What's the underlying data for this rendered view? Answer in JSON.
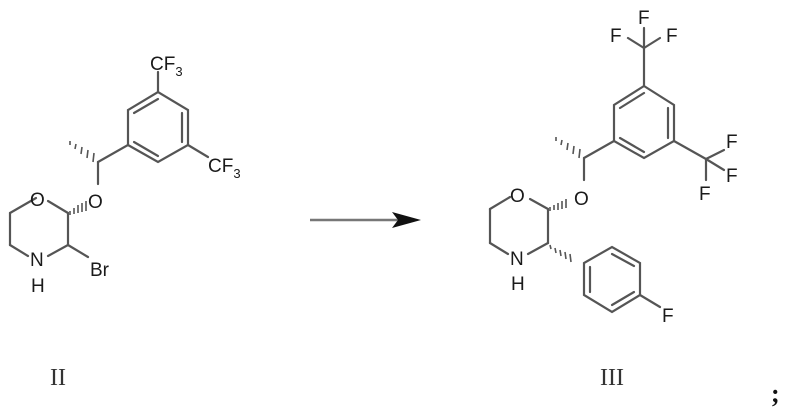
{
  "reaction": {
    "reactant": {
      "label": "II",
      "atoms": {
        "ring_o": "O",
        "ring_n": "N",
        "ring_h": "H",
        "ether_o": "O",
        "br": "Br",
        "cf3_top": "CF",
        "cf3_top_sub": "3",
        "cf3_right": "CF",
        "cf3_right_sub": "3"
      }
    },
    "product": {
      "label": "III",
      "atoms": {
        "ring_o": "O",
        "ring_n": "N",
        "ring_h": "H",
        "ether_o": "O",
        "f_top_1": "F",
        "f_top_2": "F",
        "f_top_3": "F",
        "f_right_1": "F",
        "f_right_2": "F",
        "f_right_3": "F",
        "f_para": "F"
      }
    },
    "arrow": "reaction-arrow",
    "terminator": ";"
  },
  "colors": {
    "bond": "#555555",
    "text": "#1a1a1a",
    "background": "#ffffff"
  }
}
